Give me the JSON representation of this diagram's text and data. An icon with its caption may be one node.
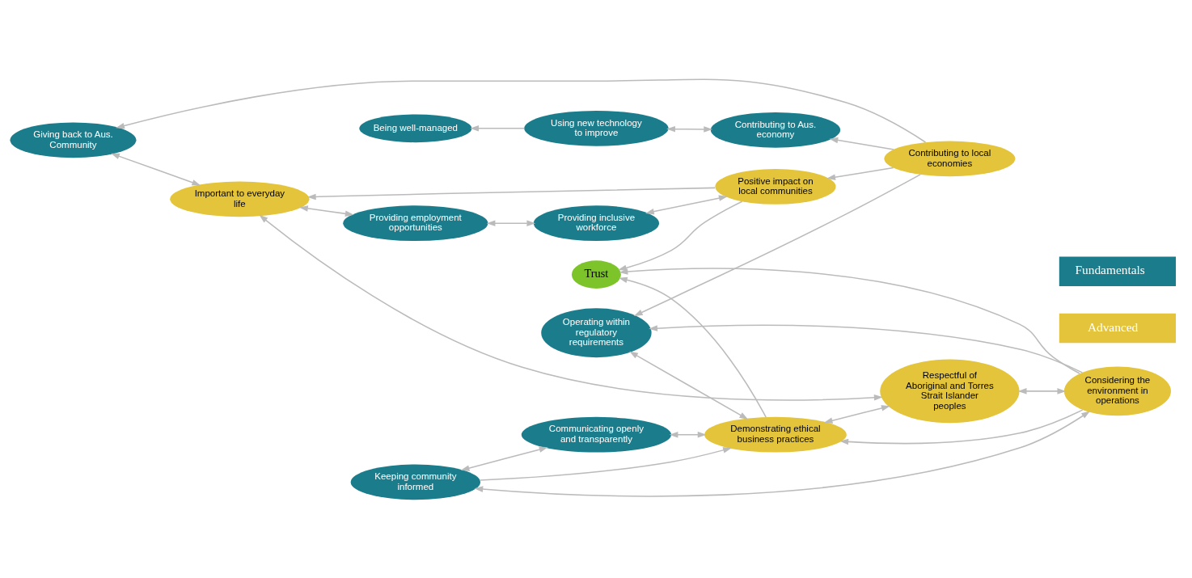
{
  "diagram": {
    "nodes": [
      {
        "text": [
          "Trust"
        ]
      },
      {
        "text": [
          "Providing inclusive workforce"
        ]
      },
      {
        "text": [
          "Providing employment opportunities"
        ]
      },
      {
        "text": [
          "Important to everyday life"
        ]
      },
      {
        "text": [
          "Positive impact on local communities"
        ]
      },
      {
        "text": [
          "Giving back to Aus. Community"
        ]
      },
      {
        "text": [
          "Respectful of Aboriginal and Torres Strait Islander peoples"
        ]
      },
      {
        "text": [
          "Being well-managed"
        ]
      },
      {
        "text": [
          "Using new technology to improve"
        ]
      },
      {
        "text": [
          "Contributing to local economies"
        ]
      },
      {
        "text": [
          "Contributing to Aus. economy"
        ]
      },
      {
        "text": [
          "Demonstrating ethical business practices"
        ]
      },
      {
        "text": [
          "Considering the environment in operations"
        ]
      },
      {
        "text": [
          "Operating within regulatory requirements"
        ]
      },
      {
        "text": [
          "Keeping community informed"
        ]
      },
      {
        "text": [
          "Communicating openly and transparently"
        ]
      }
    ],
    "edges": [
      {
        "from": 4,
        "to": 0,
        "arrow": "to"
      },
      {
        "from": 4,
        "to": 1,
        "arrow": "both"
      },
      {
        "from": 4,
        "to": 3,
        "arrow": "to"
      },
      {
        "from": 1,
        "to": 2,
        "arrow": "both"
      },
      {
        "from": 2,
        "to": 3,
        "arrow": "both"
      },
      {
        "from": 6,
        "to": 3,
        "arrow": "both"
      },
      {
        "from": 3,
        "to": 5,
        "arrow": "both"
      },
      {
        "from": 9,
        "to": 5,
        "arrow": "to"
      },
      {
        "from": 9,
        "to": 4,
        "arrow": "to"
      },
      {
        "from": 9,
        "to": 10,
        "arrow": "to"
      },
      {
        "from": 10,
        "to": 8,
        "arrow": "both"
      },
      {
        "from": 8,
        "to": 7,
        "arrow": "to"
      },
      {
        "from": 9,
        "to": 13,
        "arrow": "to"
      },
      {
        "from": 11,
        "to": 0,
        "arrow": "to"
      },
      {
        "from": 12,
        "to": 0,
        "arrow": "to"
      },
      {
        "from": 6,
        "to": 11,
        "arrow": "both"
      },
      {
        "from": 12,
        "to": 6,
        "arrow": "both"
      },
      {
        "from": 12,
        "to": 11,
        "arrow": "to"
      },
      {
        "from": 12,
        "to": 13,
        "arrow": "to"
      },
      {
        "from": 11,
        "to": 13,
        "arrow": "both"
      },
      {
        "from": 14,
        "to": 11,
        "arrow": "to"
      },
      {
        "from": 11,
        "to": 15,
        "arrow": "both"
      },
      {
        "from": 12,
        "to": 14,
        "arrow": "both"
      },
      {
        "from": 15,
        "to": 14,
        "arrow": "both"
      }
    ],
    "legend": [
      {
        "text": "Fundamentals",
        "color": "#1b7d8c"
      },
      {
        "text": "Advanced",
        "color": "#e3c43a"
      }
    ]
  }
}
